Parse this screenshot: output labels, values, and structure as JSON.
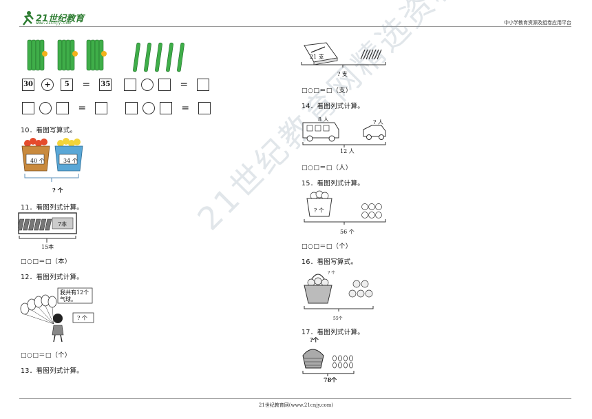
{
  "header": {
    "logo_text": "21世纪教育",
    "logo_sub": "www.21cnjy.com",
    "right_text": "中小学教育资源及组卷应用平台"
  },
  "footer": {
    "text": "21世纪教育网(www.21cnjy.com)"
  },
  "watermark": "21世纪教育网精选资料",
  "top_left": {
    "row1": {
      "a": "30",
      "op": "+",
      "b": "5",
      "result": "35"
    },
    "eq": "="
  },
  "q10": {
    "title": "10．看图写算式。",
    "basket1": "40 个",
    "basket2": "34 个",
    "total": "? 个"
  },
  "q11": {
    "title": "11．看图列式计算。",
    "box_label": "7本",
    "total": "15本",
    "answer": "□○□＝□（本）"
  },
  "q12": {
    "title": "12．看图列式计算。",
    "bubble1": "我共有12个气球。",
    "bubble2": "? 个",
    "answer": "□○□＝□（个）"
  },
  "q13": {
    "title": "13．看图列式计算。",
    "box_label": "21 支",
    "total": "? 支",
    "answer": "□○□＝□（支）"
  },
  "q14": {
    "title": "14．看图列式计算。",
    "bus": "8 人",
    "car": "? 人",
    "total": "12 人",
    "answer": "□○□＝□（人）"
  },
  "q15": {
    "title": "15．看图列式计算。",
    "basket": "? 个",
    "total": "56 个",
    "answer": "□○□＝□（个）"
  },
  "q16": {
    "title": "16．看图写算式。",
    "basket": "? 个",
    "total": "55个"
  },
  "q17": {
    "title": "17．看图列式计算。",
    "top": "?个",
    "total": "78个"
  }
}
